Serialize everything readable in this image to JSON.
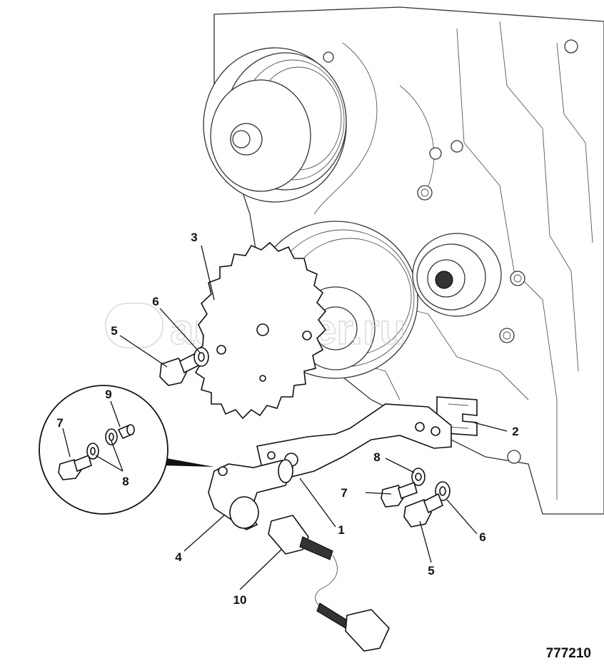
{
  "diagram": {
    "drawing_number": "777210",
    "watermark": "autopiter.ru",
    "callouts": [
      {
        "id": "1",
        "label": "1"
      },
      {
        "id": "2",
        "label": "2"
      },
      {
        "id": "3",
        "label": "3"
      },
      {
        "id": "4",
        "label": "4"
      },
      {
        "id": "5a",
        "label": "5"
      },
      {
        "id": "5b",
        "label": "5"
      },
      {
        "id": "6a",
        "label": "6"
      },
      {
        "id": "6b",
        "label": "6"
      },
      {
        "id": "7a",
        "label": "7"
      },
      {
        "id": "7b",
        "label": "7"
      },
      {
        "id": "8a",
        "label": "8"
      },
      {
        "id": "8b",
        "label": "8"
      },
      {
        "id": "9",
        "label": "9"
      },
      {
        "id": "10",
        "label": "10"
      }
    ]
  }
}
